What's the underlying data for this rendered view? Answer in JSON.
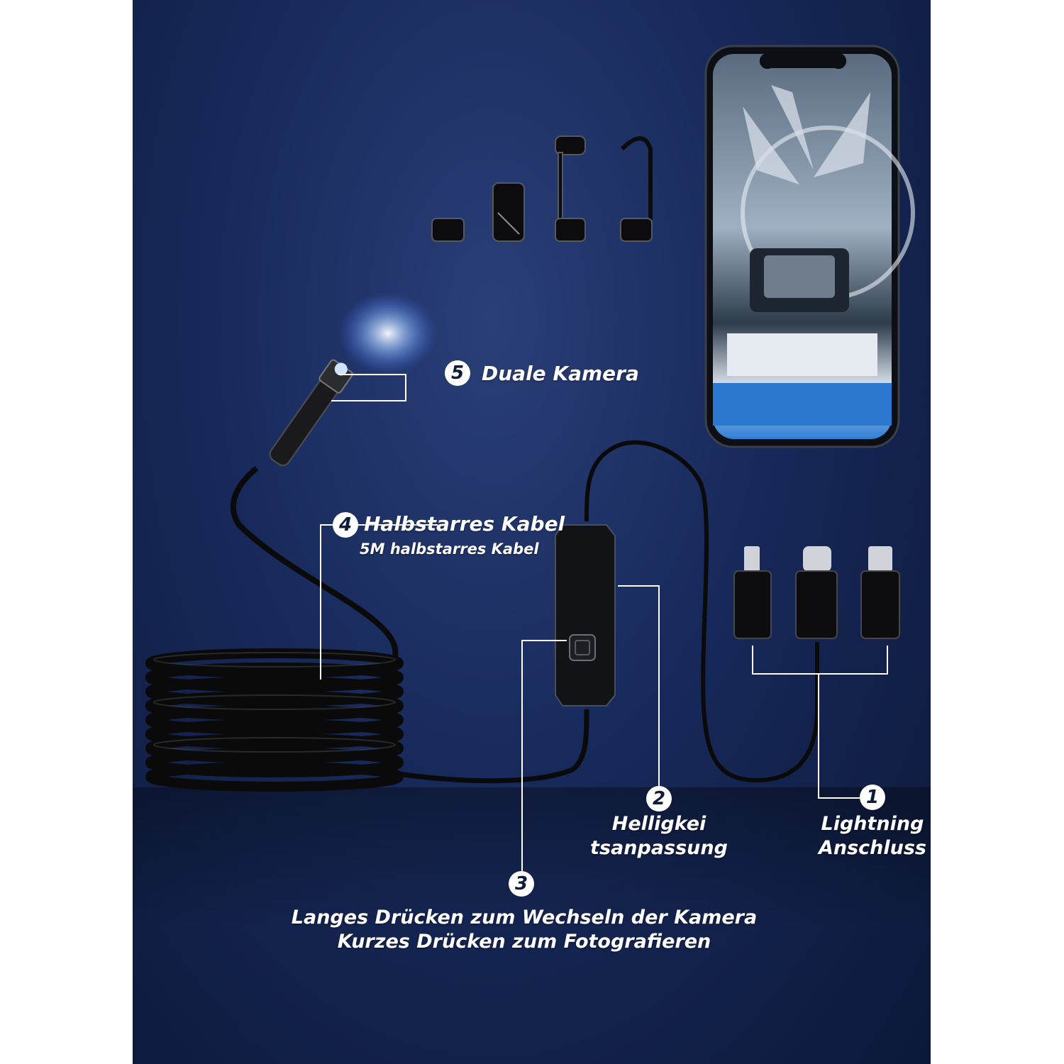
{
  "callouts": {
    "c5": {
      "number": "5",
      "text": "Duale Kamera"
    },
    "c4": {
      "number": "4",
      "title": "Halbstarres Kabel",
      "subtitle": "5M halbstarres Kabel"
    },
    "c2": {
      "number": "2",
      "line1": "Helligkei",
      "line2": "tsanpassung"
    },
    "c1": {
      "number": "1",
      "line1": "Lightning",
      "line2": "Anschluss"
    },
    "c3": {
      "number": "3",
      "line1": "Langes Drücken zum Wechseln der Kamera",
      "line2": "Kurzes Drücken zum Fotografieren"
    }
  },
  "colors": {
    "background": "#17295a",
    "cable": "#0a0a0a",
    "accent": "#ffffff"
  },
  "icons": [
    "camera-probe-icon",
    "smartphone-icon",
    "lightning-connector-icon",
    "usb-c-connector-icon",
    "micro-usb-connector-icon",
    "lens-hook-accessory-icon",
    "control-box-icon"
  ]
}
